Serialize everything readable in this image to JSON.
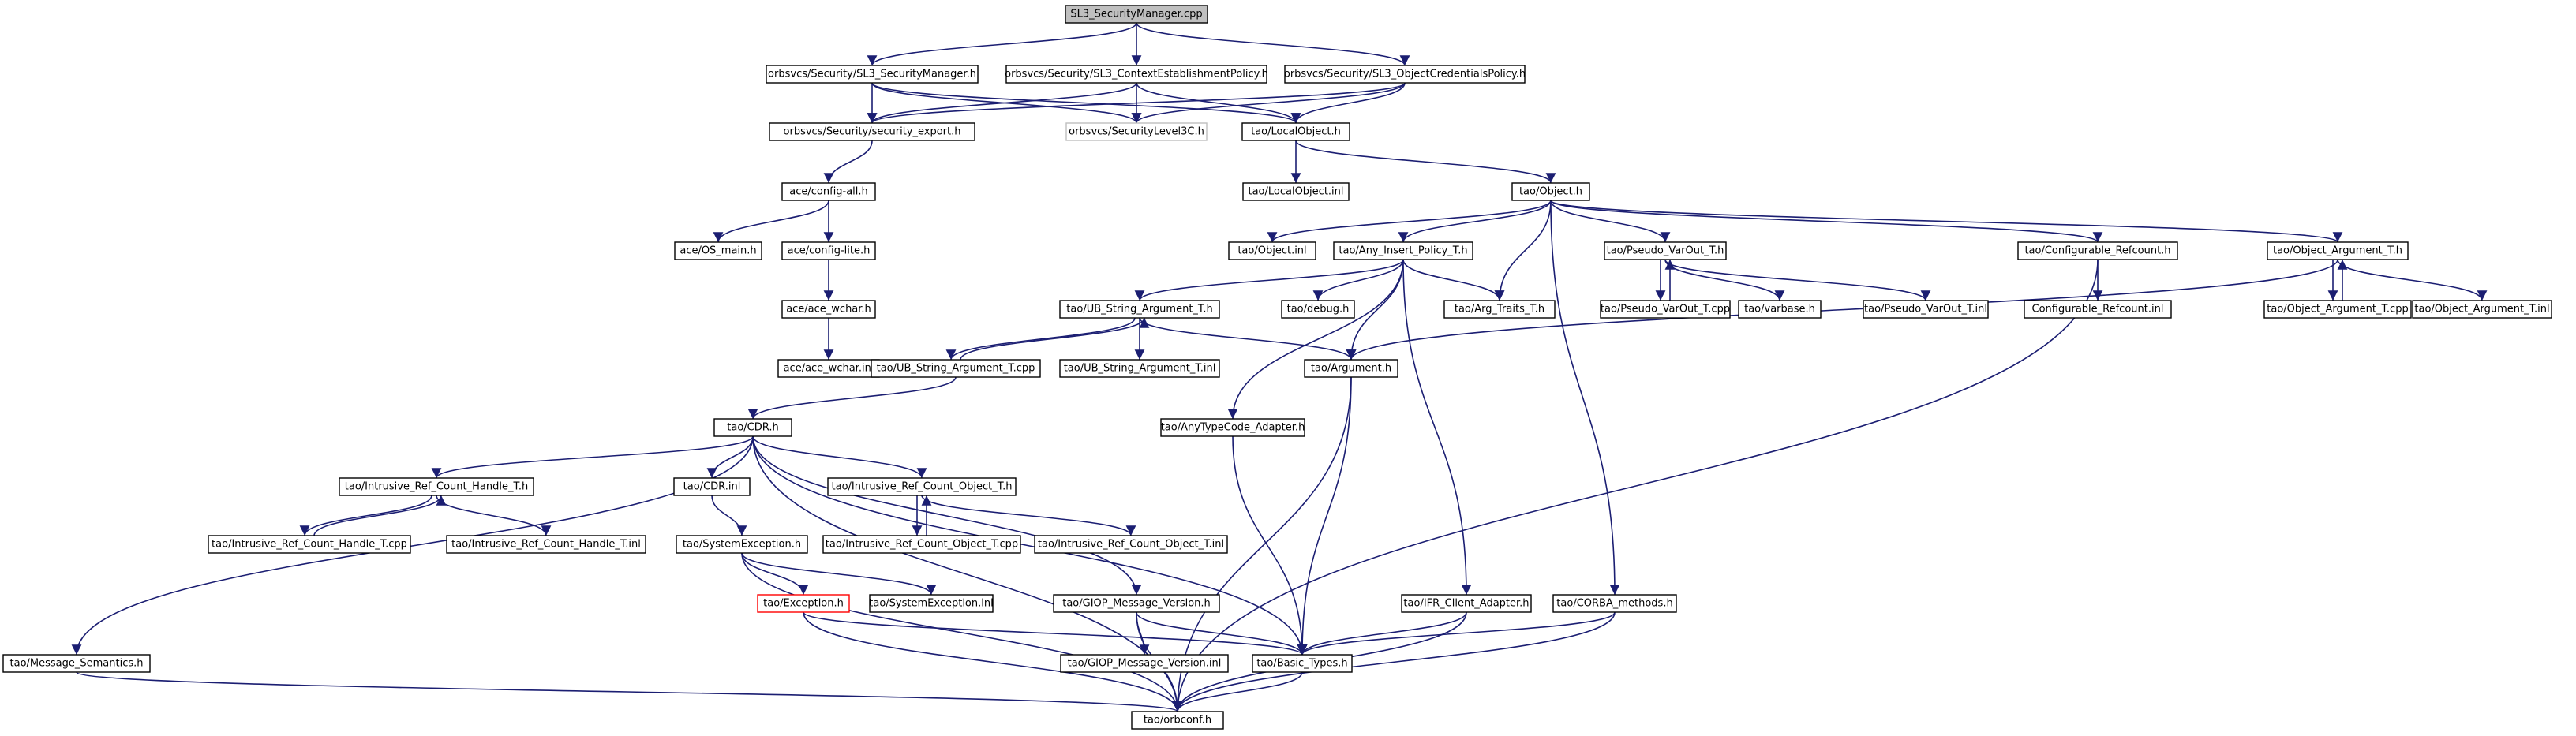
{
  "diagram": {
    "type": "include-dependency-graph",
    "colors": {
      "edge": "#1b1e72",
      "node_border": "#000000",
      "root_fill": "#bfbfbf",
      "missing_border": "#bfbfbf",
      "truncated_border": "#ff0000"
    },
    "nodes": [
      {
        "id": "root",
        "label": "SL3_SecurityManager.cpp"
      },
      {
        "id": "sl3_sm_h",
        "label": "orbsvcs/Security/SL3_SecurityManager.h"
      },
      {
        "id": "sl3_cep_h",
        "label": "orbsvcs/Security/SL3_ContextEstablishmentPolicy.h"
      },
      {
        "id": "sl3_ocp_h",
        "label": "orbsvcs/Security/SL3_ObjectCredentialsPolicy.h"
      },
      {
        "id": "sec_export",
        "label": "orbsvcs/Security/security_export.h"
      },
      {
        "id": "sec_level3c",
        "label": "orbsvcs/SecurityLevel3C.h"
      },
      {
        "id": "local_object_h",
        "label": "tao/LocalObject.h"
      },
      {
        "id": "config_all",
        "label": "ace/config-all.h"
      },
      {
        "id": "local_object_inl",
        "label": "tao/LocalObject.inl"
      },
      {
        "id": "object_h",
        "label": "tao/Object.h"
      },
      {
        "id": "os_main",
        "label": "ace/OS_main.h"
      },
      {
        "id": "config_lite",
        "label": "ace/config-lite.h"
      },
      {
        "id": "object_inl",
        "label": "tao/Object.inl"
      },
      {
        "id": "any_insert",
        "label": "tao/Any_Insert_Policy_T.h"
      },
      {
        "id": "pseudo_varout_h",
        "label": "tao/Pseudo_VarOut_T.h"
      },
      {
        "id": "conf_refcount",
        "label": "tao/Configurable_Refcount.h"
      },
      {
        "id": "obj_arg_h",
        "label": "tao/Object_Argument_T.h"
      },
      {
        "id": "ace_wchar_h",
        "label": "ace/ace_wchar.h"
      },
      {
        "id": "ub_str_arg_h",
        "label": "tao/UB_String_Argument_T.h"
      },
      {
        "id": "debug_h",
        "label": "tao/debug.h"
      },
      {
        "id": "arg_traits",
        "label": "tao/Arg_Traits_T.h"
      },
      {
        "id": "pseudo_varout_cpp",
        "label": "tao/Pseudo_VarOut_T.cpp"
      },
      {
        "id": "varbase",
        "label": "tao/varbase.h"
      },
      {
        "id": "pseudo_varout_inl",
        "label": "tao/Pseudo_VarOut_T.inl"
      },
      {
        "id": "conf_refcount_inl",
        "label": "Configurable_Refcount.inl"
      },
      {
        "id": "obj_arg_cpp",
        "label": "tao/Object_Argument_T.cpp"
      },
      {
        "id": "obj_arg_inl",
        "label": "tao/Object_Argument_T.inl"
      },
      {
        "id": "ace_wchar_inl",
        "label": "ace/ace_wchar.inl"
      },
      {
        "id": "ub_str_arg_cpp",
        "label": "tao/UB_String_Argument_T.cpp"
      },
      {
        "id": "ub_str_arg_inl",
        "label": "tao/UB_String_Argument_T.inl"
      },
      {
        "id": "argument_h",
        "label": "tao/Argument.h"
      },
      {
        "id": "cdr_h",
        "label": "tao/CDR.h"
      },
      {
        "id": "anytc_adapter",
        "label": "tao/AnyTypeCode_Adapter.h"
      },
      {
        "id": "irch_h",
        "label": "tao/Intrusive_Ref_Count_Handle_T.h"
      },
      {
        "id": "cdr_inl",
        "label": "tao/CDR.inl"
      },
      {
        "id": "irco_h",
        "label": "tao/Intrusive_Ref_Count_Object_T.h"
      },
      {
        "id": "irch_cpp",
        "label": "tao/Intrusive_Ref_Count_Handle_T.cpp"
      },
      {
        "id": "irch_inl",
        "label": "tao/Intrusive_Ref_Count_Handle_T.inl"
      },
      {
        "id": "sysexc_h",
        "label": "tao/SystemException.h"
      },
      {
        "id": "irco_cpp",
        "label": "tao/Intrusive_Ref_Count_Object_T.cpp"
      },
      {
        "id": "irco_inl",
        "label": "tao/Intrusive_Ref_Count_Object_T.inl"
      },
      {
        "id": "exception_h",
        "label": "tao/Exception.h"
      },
      {
        "id": "sysexc_inl",
        "label": "tao/SystemException.inl"
      },
      {
        "id": "giop_ver_h",
        "label": "tao/GIOP_Message_Version.h"
      },
      {
        "id": "ifr_client",
        "label": "tao/IFR_Client_Adapter.h"
      },
      {
        "id": "corba_methods",
        "label": "tao/CORBA_methods.h"
      },
      {
        "id": "msg_semantics",
        "label": "tao/Message_Semantics.h"
      },
      {
        "id": "giop_ver_inl",
        "label": "tao/GIOP_Message_Version.inl"
      },
      {
        "id": "basic_types",
        "label": "tao/Basic_Types.h"
      },
      {
        "id": "orbconf",
        "label": "tao/orbconf.h"
      }
    ]
  }
}
